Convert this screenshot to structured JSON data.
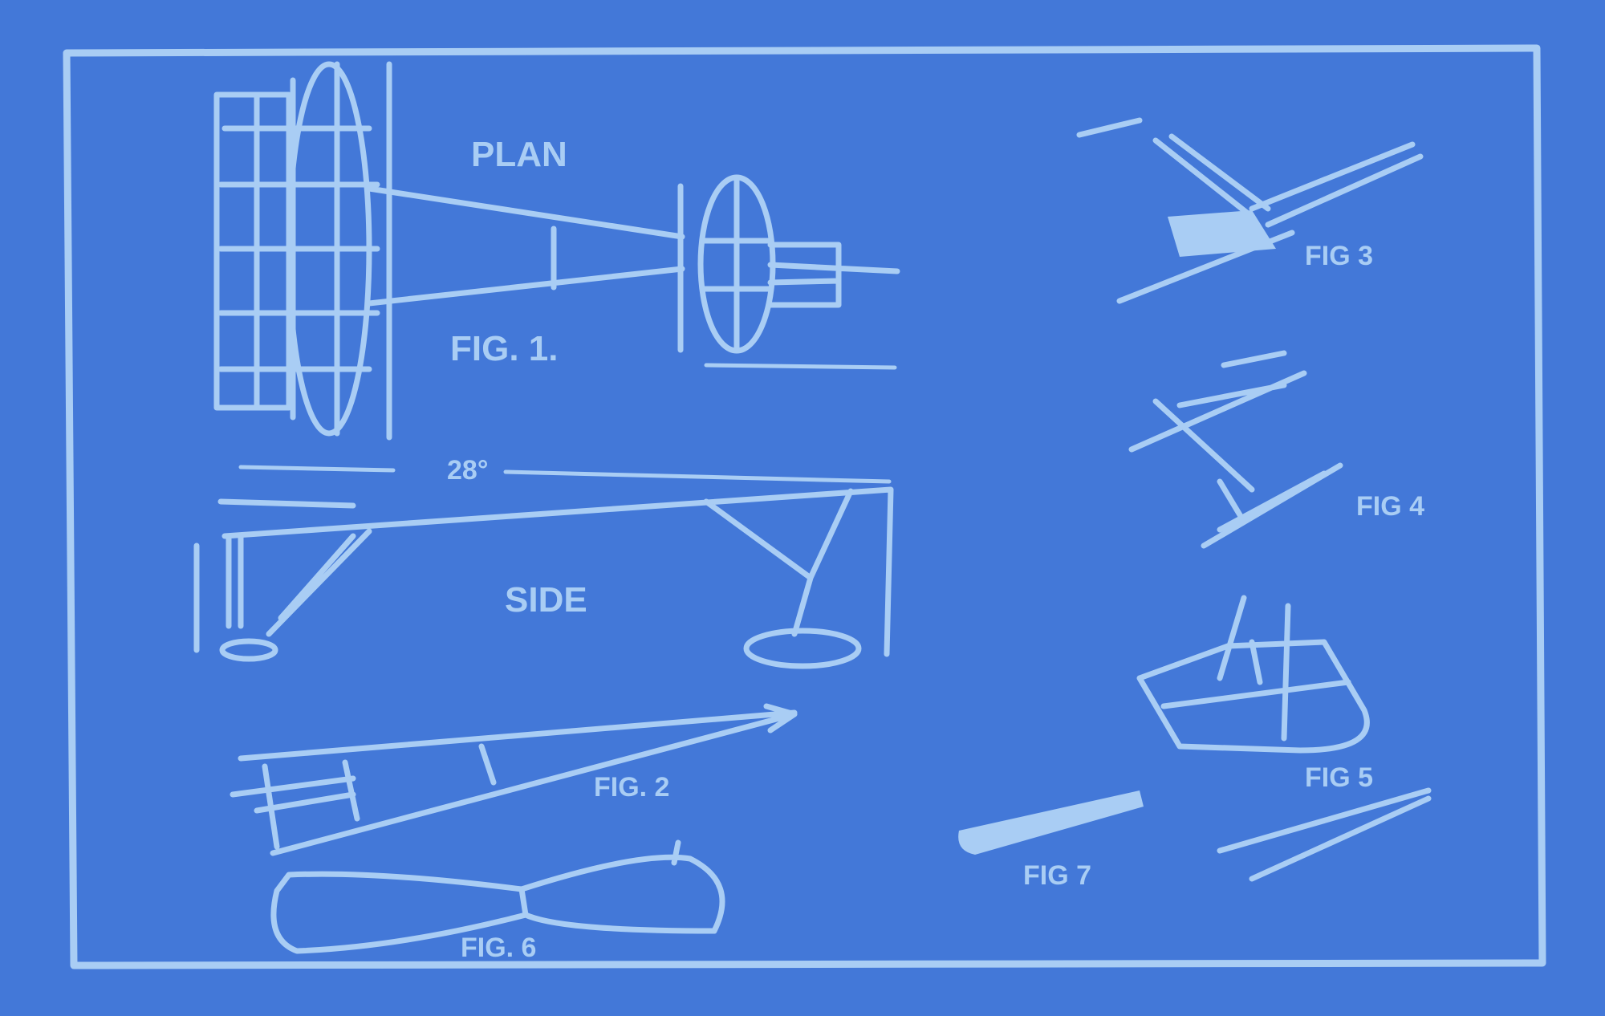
{
  "colors": {
    "background": "#4378d8",
    "ink": "#a9cdf4"
  },
  "labels": {
    "plan": "PLAN",
    "fig1": "FIG. 1.",
    "angle": "28°",
    "side": "SIDE",
    "fig2": "FIG. 2",
    "fig3": "FIG 3",
    "fig4": "FIG 4",
    "fig5": "FIG 5",
    "fig6": "FIG. 6",
    "fig7": "FIG 7"
  }
}
